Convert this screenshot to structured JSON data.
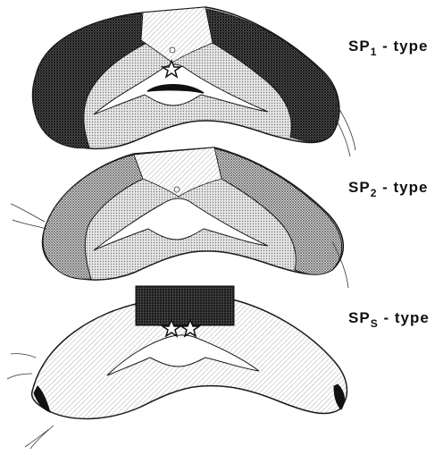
{
  "panels": [
    {
      "prefix": "SP",
      "subscript": "1",
      "suffix": "- type"
    },
    {
      "prefix": "SP",
      "subscript": "2",
      "suffix": "- type"
    },
    {
      "prefix": "SP",
      "subscript": "S",
      "suffix": "- type"
    }
  ],
  "colors": {
    "dark_stipple": "#2a2a2a",
    "medium_stipple": "#7a7a7a",
    "light_stipple": "#b8b8b8",
    "faint_hatch": "#cfcfcf",
    "outline": "#1a1a1a",
    "background": "#ffffff"
  }
}
